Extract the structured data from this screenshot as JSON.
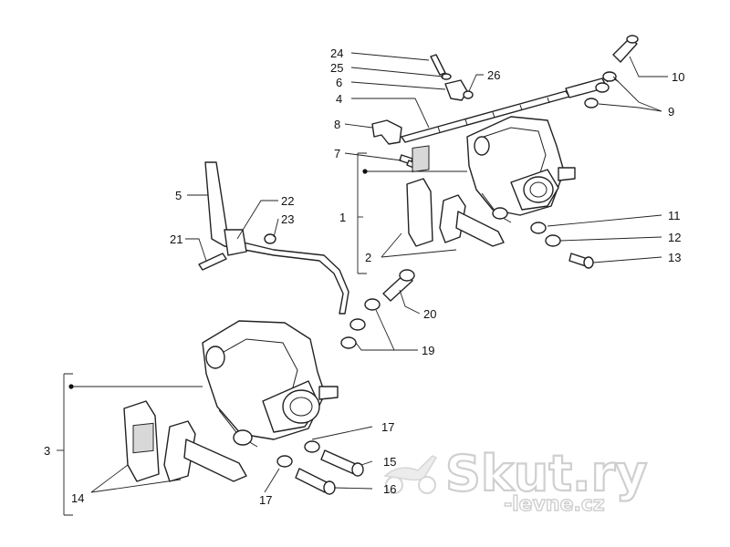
{
  "diagram": {
    "labels": {
      "l1": "1",
      "l2": "2",
      "l3": "3",
      "l4": "4",
      "l5": "5",
      "l6": "6",
      "l7": "7",
      "l8": "8",
      "l9": "9",
      "l10": "10",
      "l11": "11",
      "l12": "12",
      "l13": "13",
      "l14": "14",
      "l15": "15",
      "l16": "16",
      "l17a": "17",
      "l17b": "17",
      "l19": "19",
      "l20": "20",
      "l21": "21",
      "l22": "22",
      "l23": "23",
      "l24": "24",
      "l25": "25",
      "l26": "26"
    }
  },
  "watermark": {
    "brand": "Skut.ry",
    "domain": "-levne.cz"
  }
}
